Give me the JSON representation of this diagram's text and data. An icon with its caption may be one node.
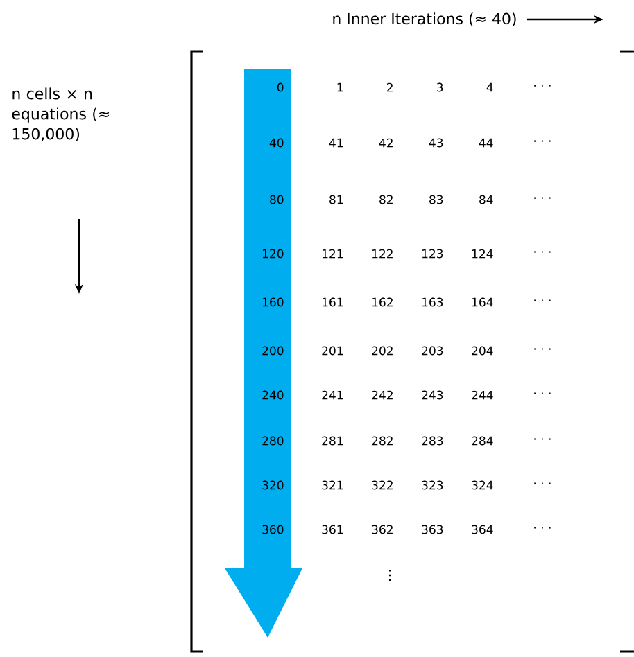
{
  "diagram": {
    "labels": [
      "n Inner Iterations (≈ 40)",
      "n cells × n equations (≈ 150,000)",
      "0",
      "1",
      "2",
      "3",
      "4",
      "· · ·",
      "40",
      "41",
      "42",
      "43",
      "44",
      "· · ·",
      "80",
      "81",
      "82",
      "83",
      "84",
      "· · ·",
      "120",
      "121",
      "122",
      "123",
      "124",
      "· · ·",
      "160",
      "161",
      "162",
      "163",
      "164",
      "· · ·",
      "200",
      "201",
      "202",
      "203",
      "204",
      "· · ·",
      "240",
      "241",
      "242",
      "243",
      "244",
      "· · ·",
      "280",
      "281",
      "282",
      "283",
      "284",
      "· · ·",
      "320",
      "321",
      "322",
      "323",
      "324",
      "· · ·",
      "360",
      "361",
      "362",
      "363",
      "364",
      "· · ·",
      "⋮"
    ]
  }
}
